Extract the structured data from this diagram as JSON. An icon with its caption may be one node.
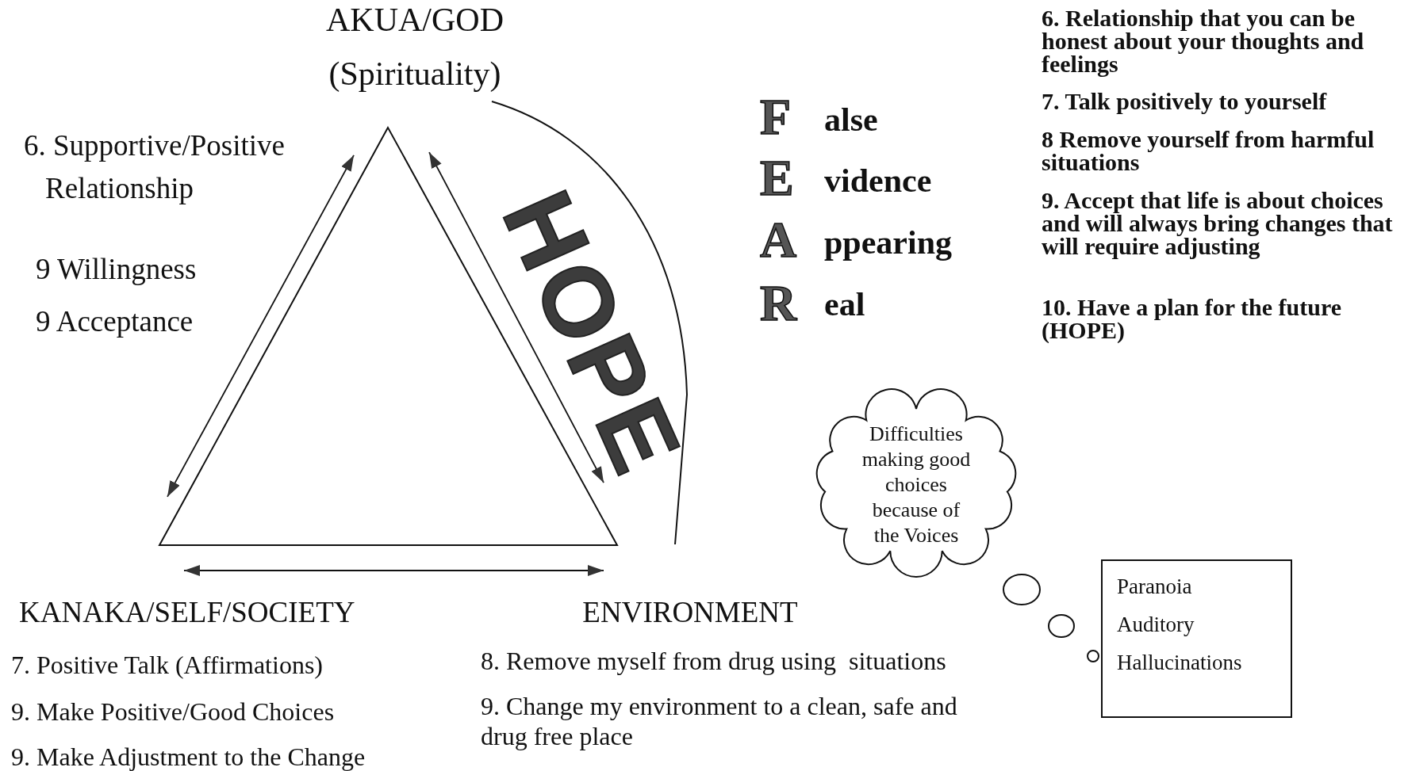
{
  "diagram": {
    "nodes": [
      {
        "text": [
          "AKUA/GOD (Spirituality)"
        ]
      },
      {
        "text": [
          "KANAKA/SELF/SOCIETY"
        ]
      },
      {
        "text": [
          "ENVIRONMENT"
        ]
      },
      {
        "text": [
          "Difficulties making good choices because of the Voices"
        ]
      },
      {
        "text": [
          "Paranoia",
          "Auditory",
          "Hallucinations"
        ]
      }
    ],
    "edges": [
      {
        "from": 0,
        "to": 1,
        "arrow": "both"
      },
      {
        "from": 0,
        "to": 2,
        "arrow": "both"
      },
      {
        "from": 1,
        "to": 2,
        "arrow": "both"
      }
    ],
    "labels": [
      "6. Supportive/Positive Relationship",
      "9 Willingness",
      "9 Acceptance",
      "HOPE",
      "F",
      "alse",
      "E",
      "vidence",
      "A",
      "ppearing",
      "R",
      "eal",
      "6. Relationship that you can be honest about your thoughts and feelings",
      "7. Talk positively to yourself",
      "8 Remove yourself from harmful situations",
      "9. Accept that life is about choices and will always bring changes that will require adjusting",
      "10. Have a plan for the future (HOPE)",
      "7. Positive Talk (Affirmations)",
      "9. Make Positive/Good Choices",
      "9. Make Adjustment to the Change",
      "8. Remove myself from drug using  situations",
      "9. Change my environment to a clean, safe and drug free place"
    ]
  }
}
